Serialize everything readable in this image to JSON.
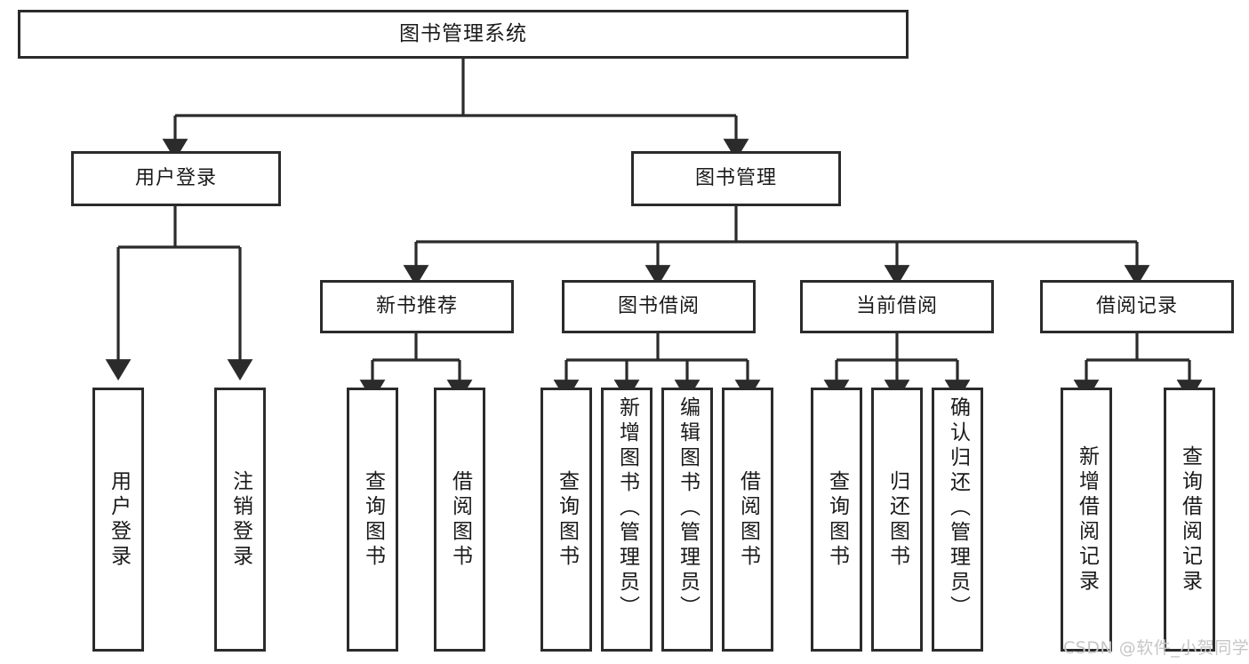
{
  "diagram": {
    "title": "图书管理系统",
    "type": "tree-hierarchy-chart",
    "watermark": "CSDN @软件_小贺同学",
    "colors": {
      "box_border": "#2b2b2b",
      "box_fill": "#ffffff",
      "line": "#2b2b2b",
      "text": "#1a1a1a",
      "watermark": "#c6c6c6",
      "background": "#ffffff"
    },
    "root": {
      "label": "图书管理系统",
      "orientation": "horizontal"
    },
    "level2": [
      {
        "label": "用户登录",
        "orientation": "horizontal"
      },
      {
        "label": "图书管理",
        "orientation": "horizontal"
      }
    ],
    "level3": [
      {
        "label": "新书推荐",
        "orientation": "horizontal"
      },
      {
        "label": "图书借阅",
        "orientation": "horizontal"
      },
      {
        "label": "当前借阅",
        "orientation": "horizontal"
      },
      {
        "label": "借阅记录",
        "orientation": "horizontal"
      }
    ],
    "leaves": {
      "user_login": [
        {
          "label": "用户登录",
          "orientation": "vertical"
        },
        {
          "label": "注销登录",
          "orientation": "vertical"
        }
      ],
      "new_book_recommend": [
        {
          "label": "查询图书",
          "orientation": "vertical"
        },
        {
          "label": "借阅图书",
          "orientation": "vertical"
        }
      ],
      "book_borrow": [
        {
          "label": "查询图书",
          "orientation": "vertical"
        },
        {
          "label": "新增图书（管理员）",
          "orientation": "vertical"
        },
        {
          "label": "编辑图书（管理员）",
          "orientation": "vertical"
        },
        {
          "label": "借阅图书",
          "orientation": "vertical"
        }
      ],
      "current_borrow": [
        {
          "label": "查询图书",
          "orientation": "vertical"
        },
        {
          "label": "归还图书",
          "orientation": "vertical"
        },
        {
          "label": "确认归还（管理员）",
          "orientation": "vertical"
        }
      ],
      "borrow_record": [
        {
          "label": "新增借阅记录",
          "orientation": "vertical"
        },
        {
          "label": "查询借阅记录",
          "orientation": "vertical"
        }
      ]
    }
  }
}
